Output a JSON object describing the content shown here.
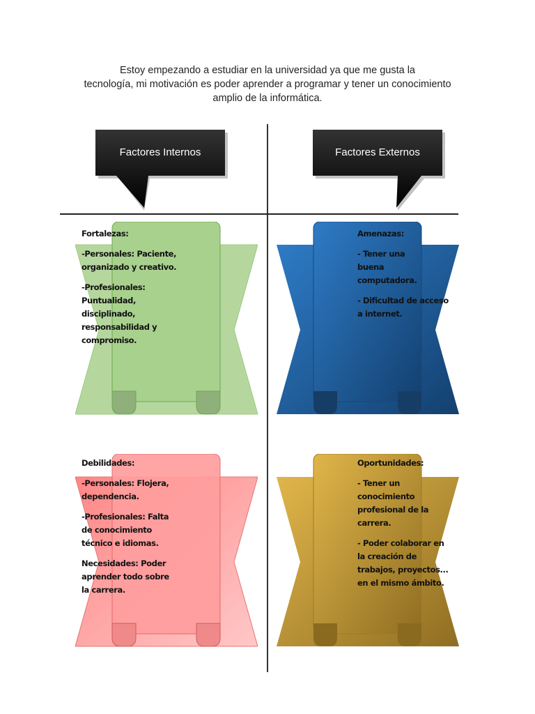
{
  "intro": {
    "line1": "Estoy empezando a estudiar en la universidad ya que me gusta la",
    "line2": "tecnología, mi motivación es poder aprender a programar y tener un conocimiento",
    "line3": "amplio de la informática."
  },
  "callouts": {
    "internal": "Factores Internos",
    "external": "Factores Externos"
  },
  "quadrants": {
    "strengths": {
      "title": "Fortalezas:",
      "items": [
        "-Personales: Paciente, organizado y creativo.",
        "-Profesionales: Puntualidad, disciplinado, responsabilidad y compromiso."
      ],
      "color": "#a9d18e"
    },
    "threats": {
      "title": "Amenazas:",
      "items": [
        "- Tener una buena computadora.",
        "- Dificultad de acceso a internet."
      ],
      "color": "#1f5ea8"
    },
    "weaknesses": {
      "title": "Debilidades:",
      "items": [
        "-Personales: Flojera, dependencia.",
        "-Profesionales: Falta de conocimiento técnico e idiomas.",
        "Necesidades: Poder aprender todo sobre la carrera."
      ],
      "color": "#ff9c9c"
    },
    "opportunities": {
      "title": "Oportunidades:",
      "items": [
        "- Tener un conocimiento profesional de la carrera.",
        "- Poder colaborar en la creación de trabajos, proyectos... en el mismo ámbito."
      ],
      "color": "#c9a23a"
    }
  }
}
